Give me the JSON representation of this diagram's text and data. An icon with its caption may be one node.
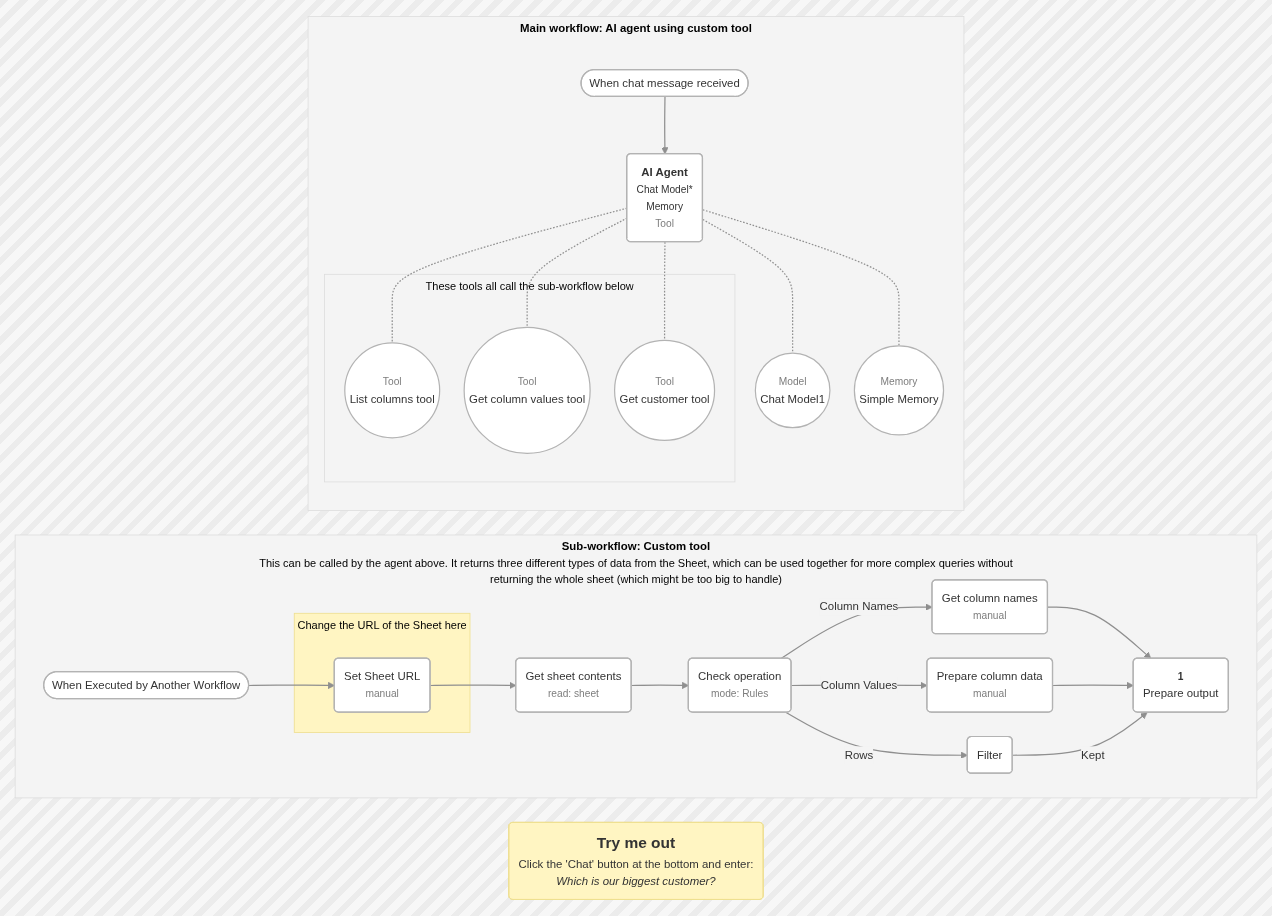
{
  "diagram": {
    "nodes": [
      {
        "text": [
          "Main workflow: AI agent using custom tool"
        ]
      },
      {
        "text": [
          "Try me out",
          "Click the 'Chat' button at the bottom and enter:",
          "Which is our biggest customer?"
        ]
      },
      {
        "text": [
          "When chat message received"
        ],
        "in": 0
      },
      {
        "text": [
          "AI Agent",
          "Chat Model*",
          "Memory",
          "Tool"
        ],
        "in": 0
      },
      {
        "text": [
          "Model",
          "Chat Model1"
        ],
        "in": 0
      },
      {
        "text": [
          "Memory",
          "Simple Memory"
        ],
        "in": 0
      },
      {
        "text": [
          "These tools all call the sub-workflow below"
        ],
        "in": 0
      },
      {
        "text": [
          "Tool",
          "List columns tool"
        ],
        "in": 6
      },
      {
        "text": [
          "Tool",
          "Get column values tool"
        ],
        "in": 6
      },
      {
        "text": [
          "Tool",
          "Get customer tool"
        ],
        "in": 6
      },
      {
        "text": [
          "Sub-workflow: Custom tool",
          "This can be called by the agent above. It returns three different types of data from the Sheet, which can be used together for more complex queries without returning the whole sheet (which might be too big to handle)"
        ]
      },
      {
        "text": [
          "When Executed by Another Workflow"
        ],
        "in": 10
      },
      {
        "text": [
          "Change the URL of the Sheet here"
        ],
        "in": 10
      },
      {
        "text": [
          "Set Sheet URL",
          "manual"
        ],
        "in": 12
      },
      {
        "text": [
          "Get sheet contents",
          "read: sheet"
        ],
        "in": 10
      },
      {
        "text": [
          "Check operation",
          "mode: Rules"
        ],
        "in": 10
      },
      {
        "text": [
          "Get column names",
          "manual"
        ],
        "in": 10
      },
      {
        "text": [
          "Prepare column data",
          "manual"
        ],
        "in": 10
      },
      {
        "text": [
          "Filter"
        ],
        "in": 10
      },
      {
        "text": [
          "1",
          "Prepare output"
        ],
        "in": 10
      }
    ],
    "edges": [
      {
        "from": 2,
        "to": 3,
        "arrow": "to"
      },
      {
        "from": 3,
        "to": 4,
        "arrow": "none",
        "style": "dashed"
      },
      {
        "from": 3,
        "to": 5,
        "arrow": "none",
        "style": "dashed"
      },
      {
        "from": 3,
        "to": 7,
        "arrow": "none",
        "style": "dashed"
      },
      {
        "from": 3,
        "to": 8,
        "arrow": "none",
        "style": "dashed"
      },
      {
        "from": 3,
        "to": 9,
        "arrow": "none",
        "style": "dashed"
      },
      {
        "from": 11,
        "to": 13,
        "arrow": "to"
      },
      {
        "from": 13,
        "to": 14,
        "arrow": "to"
      },
      {
        "from": 14,
        "to": 15,
        "arrow": "to"
      },
      {
        "from": 15,
        "to": 16,
        "arrow": "to",
        "label": "Column Names"
      },
      {
        "from": 15,
        "to": 17,
        "arrow": "to",
        "label": "Column Values"
      },
      {
        "from": 15,
        "to": 18,
        "arrow": "to",
        "label": "Rows"
      },
      {
        "from": 16,
        "to": 19,
        "arrow": "to"
      },
      {
        "from": 17,
        "to": 19,
        "arrow": "to"
      },
      {
        "from": 18,
        "to": 19,
        "arrow": "to",
        "label": "Kept"
      }
    ]
  }
}
